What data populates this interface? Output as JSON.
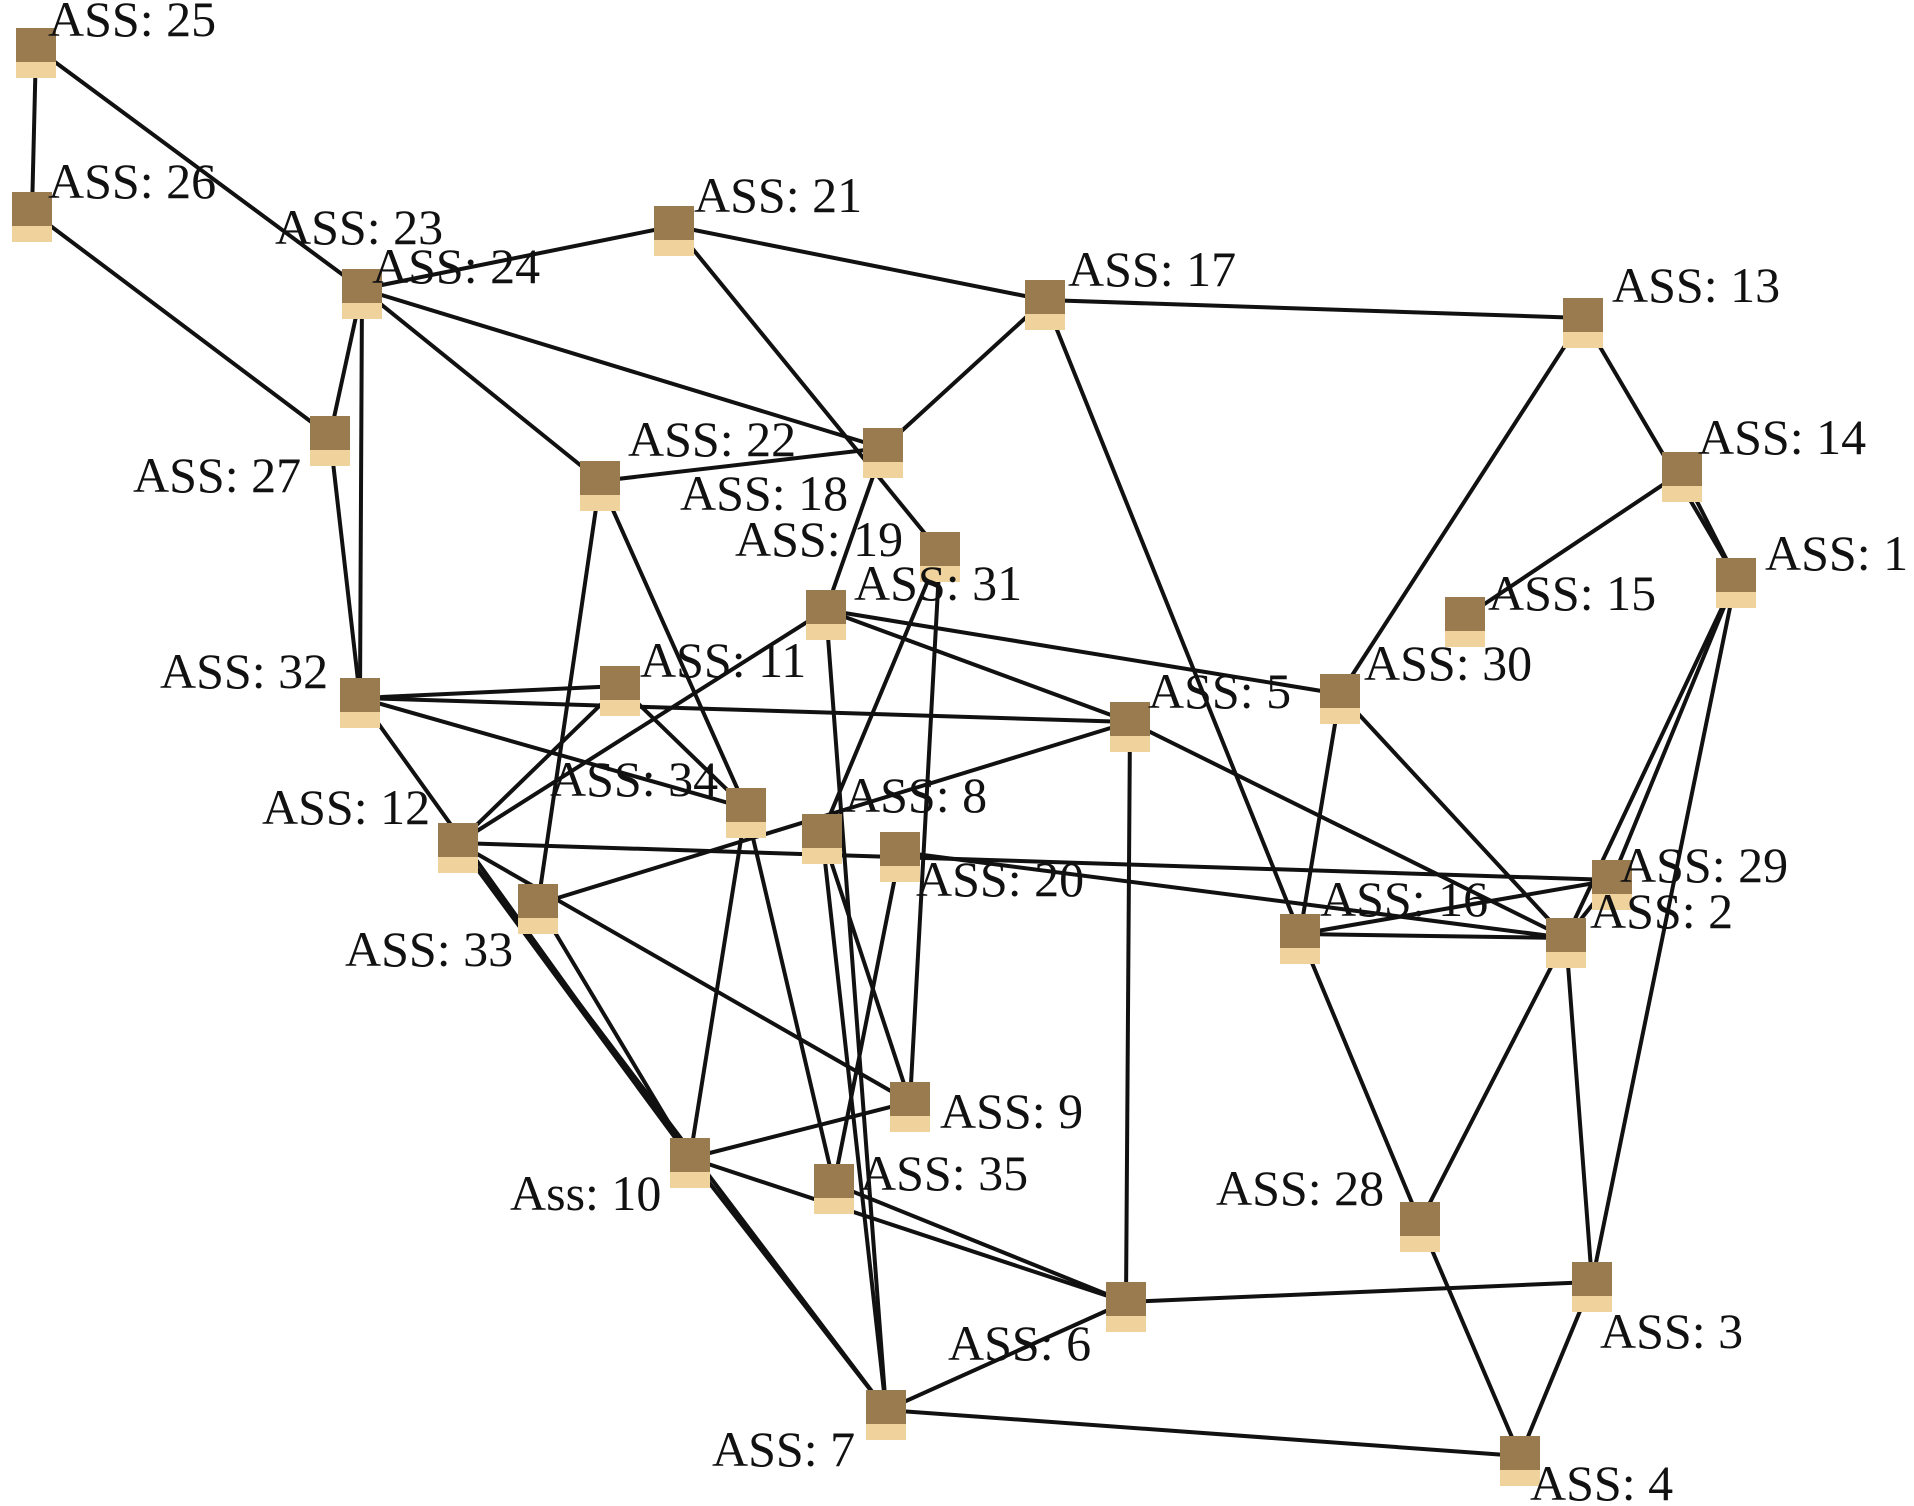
{
  "colors": {
    "node": "#9a7b50",
    "node_shade": "#f0d29c",
    "edge": "#111111",
    "text": "#111111"
  },
  "nodes": [
    {
      "id": "n25",
      "label": "ASS: 25"
    },
    {
      "id": "n26",
      "label": "ASS: 26"
    },
    {
      "id": "n23",
      "label": "ASS: 23"
    },
    {
      "id": "n24",
      "label": "ASS: 24"
    },
    {
      "id": "n21",
      "label": "ASS: 21"
    },
    {
      "id": "n17",
      "label": "ASS: 17"
    },
    {
      "id": "n13",
      "label": "ASS: 13"
    },
    {
      "id": "n14",
      "label": "ASS: 14"
    },
    {
      "id": "n1",
      "label": "ASS: 1"
    },
    {
      "id": "n27",
      "label": "ASS: 27"
    },
    {
      "id": "n22",
      "label": "ASS: 22"
    },
    {
      "id": "n18",
      "label": "ASS: 18"
    },
    {
      "id": "n19",
      "label": "ASS: 19"
    },
    {
      "id": "n31",
      "label": "ASS: 31"
    },
    {
      "id": "n15",
      "label": "ASS: 15"
    },
    {
      "id": "n32",
      "label": "ASS: 32"
    },
    {
      "id": "n11",
      "label": "ASS: 11"
    },
    {
      "id": "n30",
      "label": "ASS: 30"
    },
    {
      "id": "n5",
      "label": "ASS: 5"
    },
    {
      "id": "n12",
      "label": "ASS: 12"
    },
    {
      "id": "n34",
      "label": "ASS: 34"
    },
    {
      "id": "n8",
      "label": "ASS: 8"
    },
    {
      "id": "n20",
      "label": "ASS: 20"
    },
    {
      "id": "n29",
      "label": "ASS: 29"
    },
    {
      "id": "n16",
      "label": "ASS: 16"
    },
    {
      "id": "n2",
      "label": "ASS: 2"
    },
    {
      "id": "n33",
      "label": "ASS: 33"
    },
    {
      "id": "n9",
      "label": "ASS: 9"
    },
    {
      "id": "n10",
      "label": "Ass: 10"
    },
    {
      "id": "n35",
      "label": "ASS: 35"
    },
    {
      "id": "n28",
      "label": "ASS: 28"
    },
    {
      "id": "n6",
      "label": "ASS: 6"
    },
    {
      "id": "n3",
      "label": "ASS: 3"
    },
    {
      "id": "n7",
      "label": "ASS: 7"
    },
    {
      "id": "n4",
      "label": "ASS: 4"
    }
  ],
  "edges": [
    [
      "n25",
      "n26"
    ],
    [
      "n25",
      "n24"
    ],
    [
      "n26",
      "n27"
    ],
    [
      "n24",
      "n27"
    ],
    [
      "n24",
      "n22"
    ],
    [
      "n24",
      "n32"
    ],
    [
      "n24",
      "n21"
    ],
    [
      "n24",
      "n18"
    ],
    [
      "n21",
      "n17"
    ],
    [
      "n21",
      "n19"
    ],
    [
      "n17",
      "n13"
    ],
    [
      "n17",
      "n18"
    ],
    [
      "n17",
      "n16"
    ],
    [
      "n13",
      "n1"
    ],
    [
      "n13",
      "n30"
    ],
    [
      "n14",
      "n15"
    ],
    [
      "n14",
      "n1"
    ],
    [
      "n1",
      "n2"
    ],
    [
      "n1",
      "n29"
    ],
    [
      "n1",
      "n3"
    ],
    [
      "n27",
      "n32"
    ],
    [
      "n22",
      "n18"
    ],
    [
      "n22",
      "n33"
    ],
    [
      "n22",
      "n34"
    ],
    [
      "n18",
      "n31"
    ],
    [
      "n19",
      "n9"
    ],
    [
      "n19",
      "n8"
    ],
    [
      "n31",
      "n30"
    ],
    [
      "n31",
      "n12"
    ],
    [
      "n31",
      "n7"
    ],
    [
      "n31",
      "n5"
    ],
    [
      "n30",
      "n2"
    ],
    [
      "n30",
      "n16"
    ],
    [
      "n32",
      "n11"
    ],
    [
      "n32",
      "n34"
    ],
    [
      "n32",
      "n10"
    ],
    [
      "n32",
      "n5"
    ],
    [
      "n11",
      "n12"
    ],
    [
      "n11",
      "n34"
    ],
    [
      "n5",
      "n33"
    ],
    [
      "n5",
      "n2"
    ],
    [
      "n5",
      "n6"
    ],
    [
      "n16",
      "n29"
    ],
    [
      "n16",
      "n2"
    ],
    [
      "n16",
      "n28"
    ],
    [
      "n12",
      "n29"
    ],
    [
      "n12",
      "n10"
    ],
    [
      "n12",
      "n9"
    ],
    [
      "n12",
      "n7"
    ],
    [
      "n34",
      "n10"
    ],
    [
      "n34",
      "n35"
    ],
    [
      "n8",
      "n9"
    ],
    [
      "n8",
      "n7"
    ],
    [
      "n20",
      "n35"
    ],
    [
      "n20",
      "n2"
    ],
    [
      "n29",
      "n2"
    ],
    [
      "n2",
      "n28"
    ],
    [
      "n2",
      "n3"
    ],
    [
      "n33",
      "n10"
    ],
    [
      "n10",
      "n9"
    ],
    [
      "n10",
      "n6"
    ],
    [
      "n10",
      "n7"
    ],
    [
      "n35",
      "n6"
    ],
    [
      "n28",
      "n4"
    ],
    [
      "n6",
      "n3"
    ],
    [
      "n6",
      "n7"
    ],
    [
      "n3",
      "n4"
    ],
    [
      "n7",
      "n4"
    ]
  ]
}
